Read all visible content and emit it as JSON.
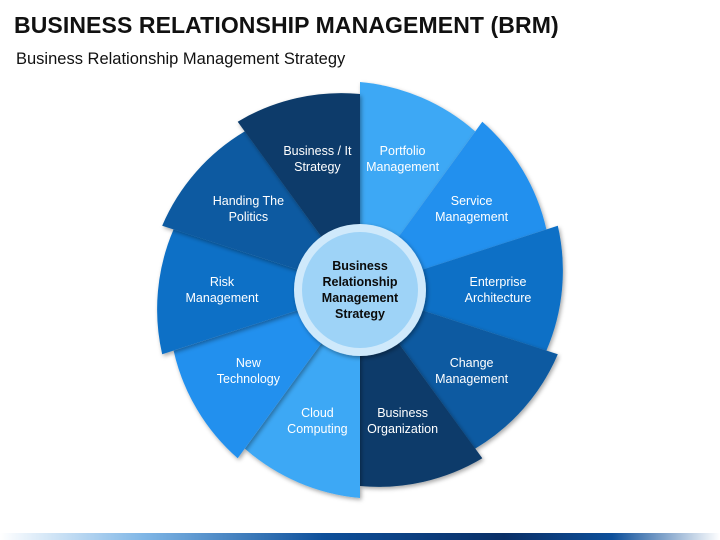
{
  "header": {
    "title": "BUSINESS RELATIONSHIP MANAGEMENT (BRM)",
    "subtitle": "Business Relationship Management Strategy"
  },
  "wheel": {
    "center_label": [
      "Business",
      "Relationship",
      "Management",
      "Strategy"
    ],
    "segments": [
      {
        "id": "portfolio-management",
        "label": [
          "Portfolio",
          "Management"
        ],
        "color": "#3da8f5"
      },
      {
        "id": "service-management",
        "label": [
          "Service",
          "Management"
        ],
        "color": "#2390ee"
      },
      {
        "id": "enterprise-architecture",
        "label": [
          "Enterprise",
          "Architecture"
        ],
        "color": "#0a6fc6"
      },
      {
        "id": "change-management",
        "label": [
          "Change",
          "Management"
        ],
        "color": "#085aa1"
      },
      {
        "id": "business-organization",
        "label": [
          "Business",
          "Organization"
        ],
        "color": "#083a6b"
      },
      {
        "id": "cloud-computing",
        "label": [
          "Cloud",
          "Computing"
        ],
        "color": "#3da8f5"
      },
      {
        "id": "new-technology",
        "label": [
          "New",
          "Technology"
        ],
        "color": "#2390ee"
      },
      {
        "id": "risk-management",
        "label": [
          "Risk",
          "Management"
        ],
        "color": "#0a6fc6"
      },
      {
        "id": "handing-the-politics",
        "label": [
          "Handing The",
          "Politics"
        ],
        "color": "#085aa1"
      },
      {
        "id": "business-it-strategy",
        "label": [
          "Business / It",
          "Strategy"
        ],
        "color": "#083a6b"
      }
    ],
    "colors": {
      "center_outer": "#cfe9fb",
      "center_inner": "#9ed3f7",
      "segment_text": "#ffffff",
      "center_text": "#0b0b0b"
    }
  }
}
